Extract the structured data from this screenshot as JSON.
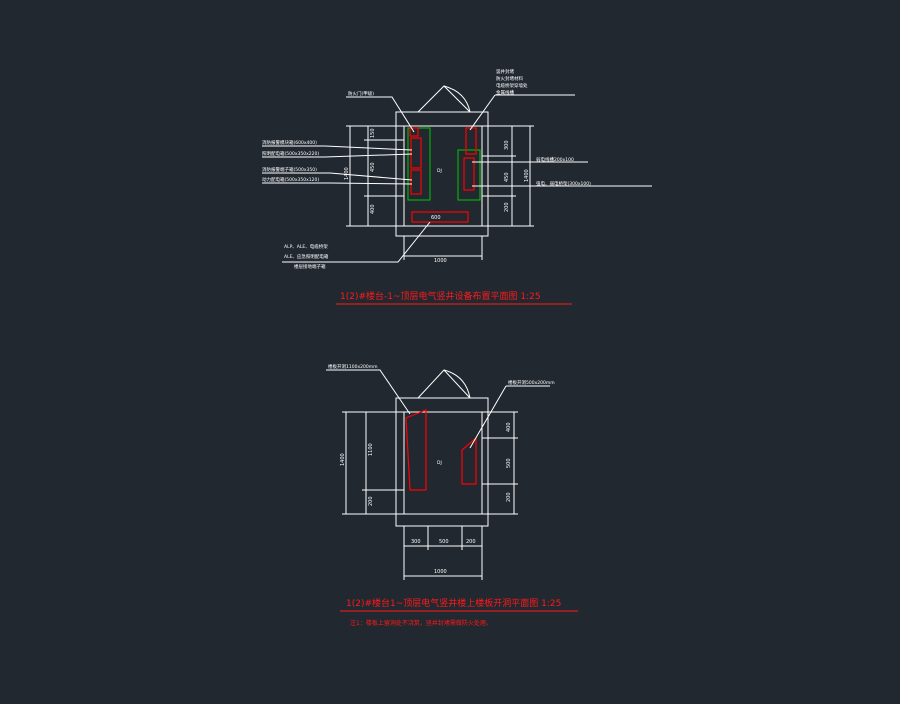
{
  "colors": {
    "background": "#212830",
    "line": "#ffffff",
    "wall_red": "#ff0000",
    "green": "#00c800"
  },
  "plan1": {
    "title": "1(2)#楼台-1~顶层电气竖井设备布置平面图 1:25",
    "dims": {
      "top_left": "150",
      "left_mid": "450",
      "left_bottom": "400",
      "left_total": "1400",
      "right_top": "300",
      "right_mid": "450",
      "right_bottom": "200",
      "right_total": "1400",
      "bottom": "1000",
      "center_box": "600"
    },
    "room_label": "DJ",
    "notes_left": [
      "消防报警模块箱(600x400)",
      "照明配电箱(500x350x220)",
      "消防报警端子箱(500x350)",
      "动力配电箱(500x350x120)"
    ],
    "note_top_left": "防火门(甲级)",
    "notes_top_right": [
      "竖井封堵",
      "防火封堵材料",
      "电缆桥架穿墙处",
      "金属线槽"
    ],
    "notes_right": [
      "弱电线槽200x100",
      "强电、弱电桥架(300x100)"
    ],
    "notes_bottom": [
      "ALP、ALE、电缆桥架",
      "ALE、应急照明配电箱",
      "楼层接地端子箱"
    ]
  },
  "plan2": {
    "title": "1(2)#楼台1~顶层电气竖井楼上楼板开洞平面图 1:25",
    "note": "注1：楼板上留洞处不浇筑，竖井封堵需做防火处理。",
    "dims": {
      "left_total": "1400",
      "left_mid": "1100",
      "left_bottom": "200",
      "right_top": "400",
      "right_mid": "500",
      "right_bottom": "200",
      "bottom_left": "300",
      "bottom_mid": "500",
      "bottom_right": "200",
      "bottom_total": "1000"
    },
    "room_label": "DJ",
    "note_left": "楼板开洞1100x200mm",
    "note_right": "楼板开洞500x200mm"
  }
}
